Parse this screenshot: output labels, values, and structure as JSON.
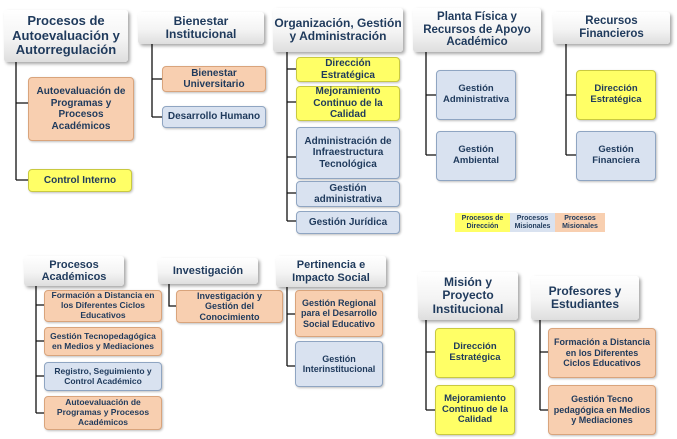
{
  "colors": {
    "direccion": "#ffff66",
    "misionales": "#d9e2f0",
    "apoyo": "#f8cfb0"
  },
  "groups": {
    "procesos_autoevaluacion": {
      "title": "Procesos de Autoevaluación y Autorregulación",
      "items": [
        "Autoevaluación de Programas y Procesos Académicos",
        "Control Interno"
      ]
    },
    "bienestar": {
      "title": "Bienestar Institucional",
      "items": [
        "Bienestar Universitario",
        "Desarrollo Humano"
      ]
    },
    "organizacion": {
      "title": "Organización, Gestión y Administración",
      "items": [
        "Dirección Estratégica",
        "Mejoramiento Continuo de la Calidad",
        "Administración de Infraestructura Tecnológica",
        "Gestión administrativa",
        "Gestión Jurídica"
      ]
    },
    "planta_fisica": {
      "title": "Planta Física y Recursos de Apoyo Académico",
      "items": [
        "Gestión Administrativa",
        "Gestión Ambiental"
      ]
    },
    "recursos_financieros": {
      "title": "Recursos Financieros",
      "items": [
        "Dirección Estratégica",
        "Gestión Financiera"
      ]
    },
    "procesos_academicos": {
      "title": "Procesos Académicos",
      "items": [
        "Formación a Distancia en los Diferentes Ciclos Educativos",
        "Gestión Tecnopedagógica en Medios y Mediaciones",
        "Registro, Seguimiento y Control Académico",
        "Autoevaluación de Programas y Procesos Académicos"
      ]
    },
    "investigacion": {
      "title": "Investigación",
      "items": [
        "Investigación y Gestión del Conocimiento"
      ]
    },
    "pertinencia": {
      "title": "Pertinencia e Impacto Social",
      "items": [
        "Gestión Regional para el Desarrollo Social Educativo",
        "Gestión Interinstitucional"
      ]
    },
    "mision": {
      "title": "Misión y Proyecto Institucional",
      "items": [
        "Dirección Estratégica",
        "Mejoramiento Continuo de la Calidad"
      ]
    },
    "profesores": {
      "title": "Profesores y Estudiantes",
      "items": [
        "Formación a Distancia en los Diferentes Ciclos Educativos",
        "Gestión Tecno pedagógica en Medios y Mediaciones"
      ]
    }
  },
  "legend": [
    "Procesos de Dirección",
    "Procesos Misionales",
    "Procesos Misionales"
  ]
}
